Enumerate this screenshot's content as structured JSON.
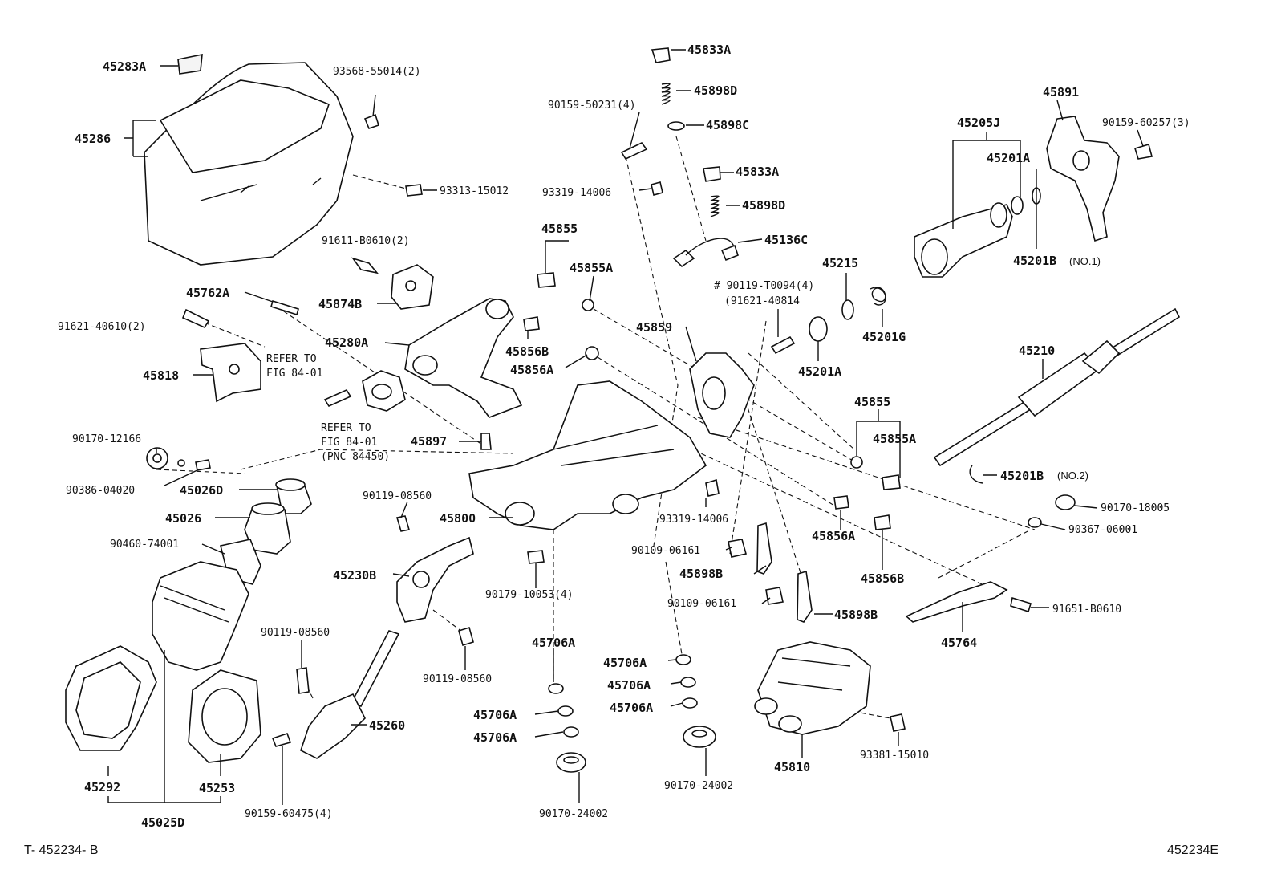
{
  "diagram": {
    "title": "",
    "labels": {
      "p45283A": "45283A",
      "p93568": "93568-55014(2)",
      "p45286": "45286",
      "p93313": "93313-15012",
      "p91611": "91611-B0610(2)",
      "p45762A": "45762A",
      "p45874B": "45874B",
      "p91621_40610": "91621-40610(2)",
      "p45280A": "45280A",
      "refer1a": "REFER TO",
      "refer1b": "FIG 84-01",
      "p45818": "45818",
      "refer2a": "REFER TO",
      "refer2b": "FIG 84-01",
      "refer2c": "(PNC 84450)",
      "p90170_12166": "90170-12166",
      "p90386": "90386-04020",
      "p45026D": "45026D",
      "p45026": "45026",
      "p90460": "90460-74001",
      "p45897": "45897",
      "p90119_a": "90119-08560",
      "p45800": "45800",
      "p45230B": "45230B",
      "p90179": "90179-10053(4)",
      "p90119_b": "90119-08560",
      "p90119_c": "90119-08560",
      "p45260": "45260",
      "p45292": "45292",
      "p45253": "45253",
      "p45025D": "45025D",
      "p90159_60475": "90159-60475(4)",
      "p45706A_1": "45706A",
      "p45706A_2": "45706A",
      "p45706A_3": "45706A",
      "p90170_24002_a": "90170-24002",
      "p45706A_4": "45706A",
      "p45706A_5": "45706A",
      "p45706A_6": "45706A",
      "p90170_24002_b": "90170-24002",
      "p45833A_1": "45833A",
      "p45898D_1": "45898D",
      "p90159_50231": "90159-50231(4)",
      "p45898C": "45898C",
      "p45833A_2": "45833A",
      "p93319_14006_a": "93319-14006",
      "p45898D_2": "45898D",
      "p45855_a": "45855",
      "p45855A_a": "45855A",
      "p45136C": "45136C",
      "p90119_T0094": "# 90119-T0094(4)",
      "p91621_40814": "(91621-40814",
      "p45856B_a": "45856B",
      "p45856A_a": "45856A",
      "p45859": "45859",
      "p45215": "45215",
      "p45201A_b": "45201A",
      "p45201G": "45201G",
      "p45855_b": "45855",
      "p45855A_b": "45855A",
      "p93319_14006_b": "93319-14006",
      "p45856A_b": "45856A",
      "p45856B_b": "45856B",
      "p90109_a": "90109-06161",
      "p45898B_a": "45898B",
      "p90109_b": "90109-06161",
      "p45898B_b": "45898B",
      "p45810": "45810",
      "p93381": "93381-15010",
      "p45891": "45891",
      "p45205J": "45205J",
      "p90159_60257": "90159-60257(3)",
      "p45201A_a": "45201A",
      "p45201B_no1": "45201B",
      "p45201B_no1_note": "(NO.1)",
      "p45210": "45210",
      "p45201B_no2": "45201B",
      "p45201B_no2_note": "(NO.2)",
      "p90170_18005": "90170-18005",
      "p90367": "90367-06001",
      "p45764": "45764",
      "p91651": "91651-B0610"
    },
    "footer_left": "T- 452234- B",
    "footer_right": "452234E"
  }
}
